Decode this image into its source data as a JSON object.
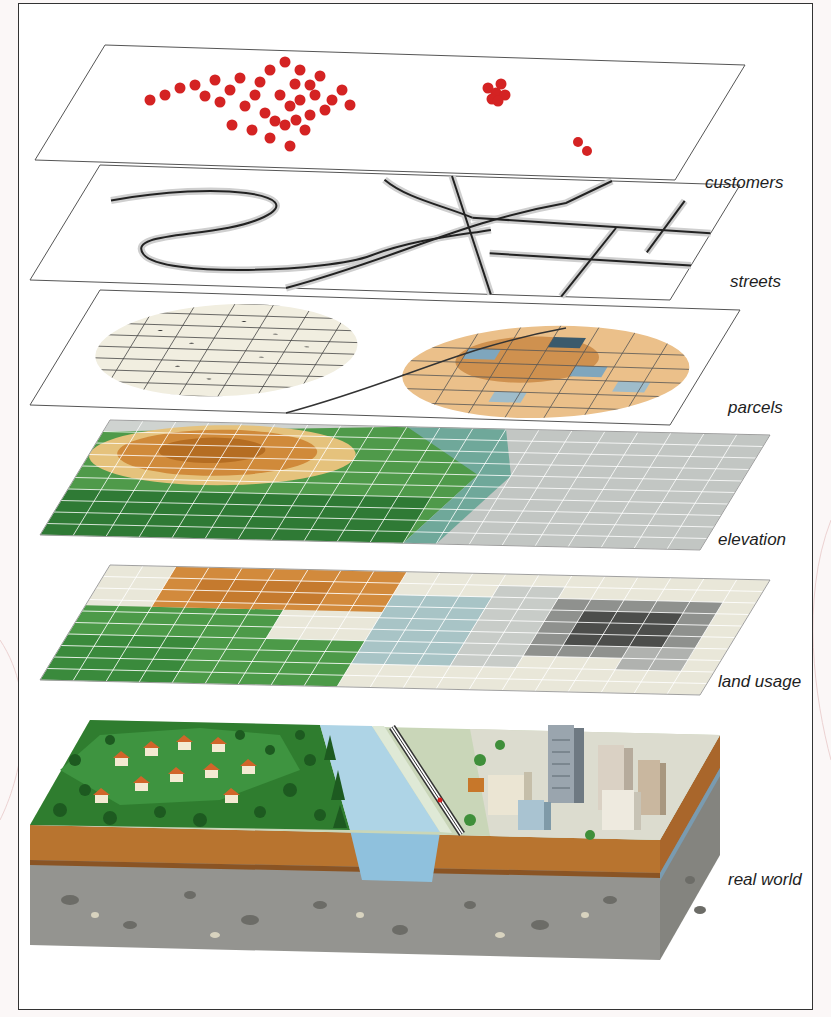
{
  "diagram": {
    "labels": [
      "customers",
      "streets",
      "parcels",
      "elevation",
      "land usage",
      "real world"
    ]
  }
}
